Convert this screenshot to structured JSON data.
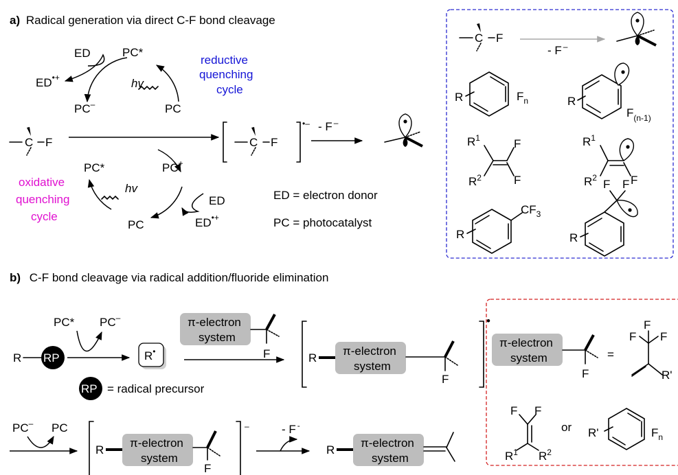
{
  "panel_a": {
    "heading_letter": "a)",
    "heading_text": "Radical generation via direct C-F bond cleavage",
    "ed": "ED",
    "ed_radical_cation": "ED",
    "ed_radical_cation_sup": "•+",
    "pc_star": "PC*",
    "pc": "PC",
    "pc_minus": "–",
    "pc_plus": "+",
    "hv": "hv",
    "reductive_line1": "reductive",
    "reductive_line2": "quenching",
    "reductive_line3": "cycle",
    "oxidative_line1": "oxidative",
    "oxidative_line2": "quenching",
    "oxidative_line3": "cycle",
    "atom_c": "C",
    "atom_f": "F",
    "radical_anion_sup": "•–",
    "loss_of_fluoride": "- F",
    "loss_sup": "–",
    "legend_ed": "ED = electron donor",
    "legend_pc": "PC = photocatalyst"
  },
  "panel_a_box": {
    "loss_of_fluoride": "- F",
    "loss_sup": "–",
    "r": "R",
    "fn_base": "F",
    "fn_sub": "n",
    "fn1_sub": "(n-1)",
    "r1": "R",
    "r1_sup": "1",
    "r2": "R",
    "r2_sup": "2",
    "f": "F",
    "cf3_base": "CF",
    "cf3_sub": "3"
  },
  "panel_b": {
    "heading_letter": "b)",
    "heading_text": "C-F bond cleavage via radical addition/fluoride elimination",
    "r": "R",
    "rp": "RP",
    "rp_legend": "= radical precursor",
    "pc_star": "PC*",
    "pc": "PC",
    "minus": "–",
    "radical_r": "R",
    "radical_dot": "•",
    "pi_line1": "π-electron",
    "pi_line2": "system",
    "f": "F",
    "loss_of_fluoride": "- F",
    "loss_sup": "-"
  },
  "panel_b_box": {
    "equals": "=",
    "f": "F",
    "r_prime": "R'",
    "or": "or",
    "r1": "R",
    "r1_sup": "1",
    "r2": "R",
    "r2_sup": "2",
    "fn_base": "F",
    "fn_sub": "n"
  },
  "colors": {
    "reductive_label": "#1414d6",
    "oxidative_label": "#e010d0",
    "box_a_border": "#2a2ad0",
    "box_b_border": "#d42020",
    "pi_box_fill": "#bdbdbd"
  }
}
